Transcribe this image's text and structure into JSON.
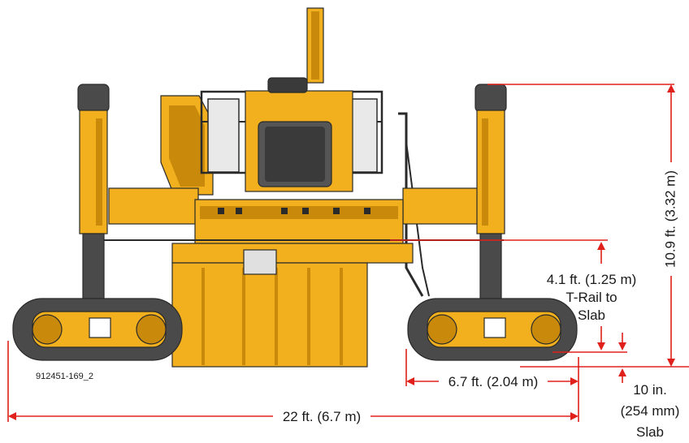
{
  "figure_id": "912451-169_2",
  "dimensions": {
    "overall_length": "22 ft. (6.7 m)",
    "track_length": "6.7 ft. (2.04 m)",
    "overall_height": "10.9 ft. (3.32 m)",
    "trail_height_line1": "4.1 ft. (1.25 m)",
    "trail_height_line2": "T-Rail to",
    "trail_height_line3": "Slab",
    "slab_line1": "10 in.",
    "slab_line2": "(254 mm)",
    "slab_line3": "Slab"
  },
  "colors": {
    "machine_yellow": "#F2B01E",
    "dark_yellow": "#C98A0C",
    "track_gray": "#4A4A4A",
    "dimension_red": "#E0201B"
  }
}
